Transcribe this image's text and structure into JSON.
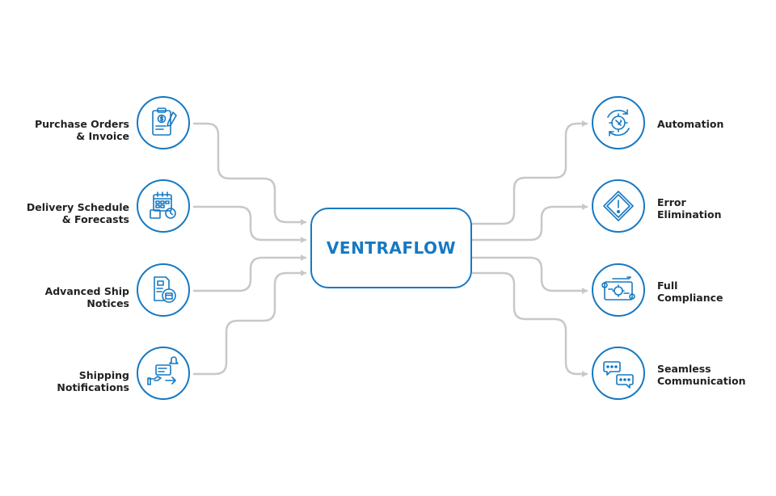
{
  "center": {
    "title": "VENTRAFLOW"
  },
  "colors": {
    "accent": "#1779c2",
    "connector": "#c8c8c8",
    "text": "#222222"
  },
  "inputs": [
    {
      "line1": "Purchase Orders",
      "line2": "& Invoice",
      "icon": "clipboard-dollar-icon"
    },
    {
      "line1": "Delivery Schedule",
      "line2": "& Forecasts",
      "icon": "calendar-clock-icon"
    },
    {
      "line1": "Advanced Ship",
      "line2": "Notices",
      "icon": "document-box-icon"
    },
    {
      "line1": "Shipping",
      "line2": "Notifications",
      "icon": "notification-handshake-icon"
    }
  ],
  "outputs": [
    {
      "line1": "Automation",
      "line2": "",
      "icon": "gear-cycle-icon"
    },
    {
      "line1": "Error",
      "line2": "Elimination",
      "icon": "warning-diamond-icon"
    },
    {
      "line1": "Full",
      "line2": "Compliance",
      "icon": "blueprint-gear-icon"
    },
    {
      "line1": "Seamless",
      "line2": "Communication",
      "icon": "chat-bubbles-icon"
    }
  ]
}
